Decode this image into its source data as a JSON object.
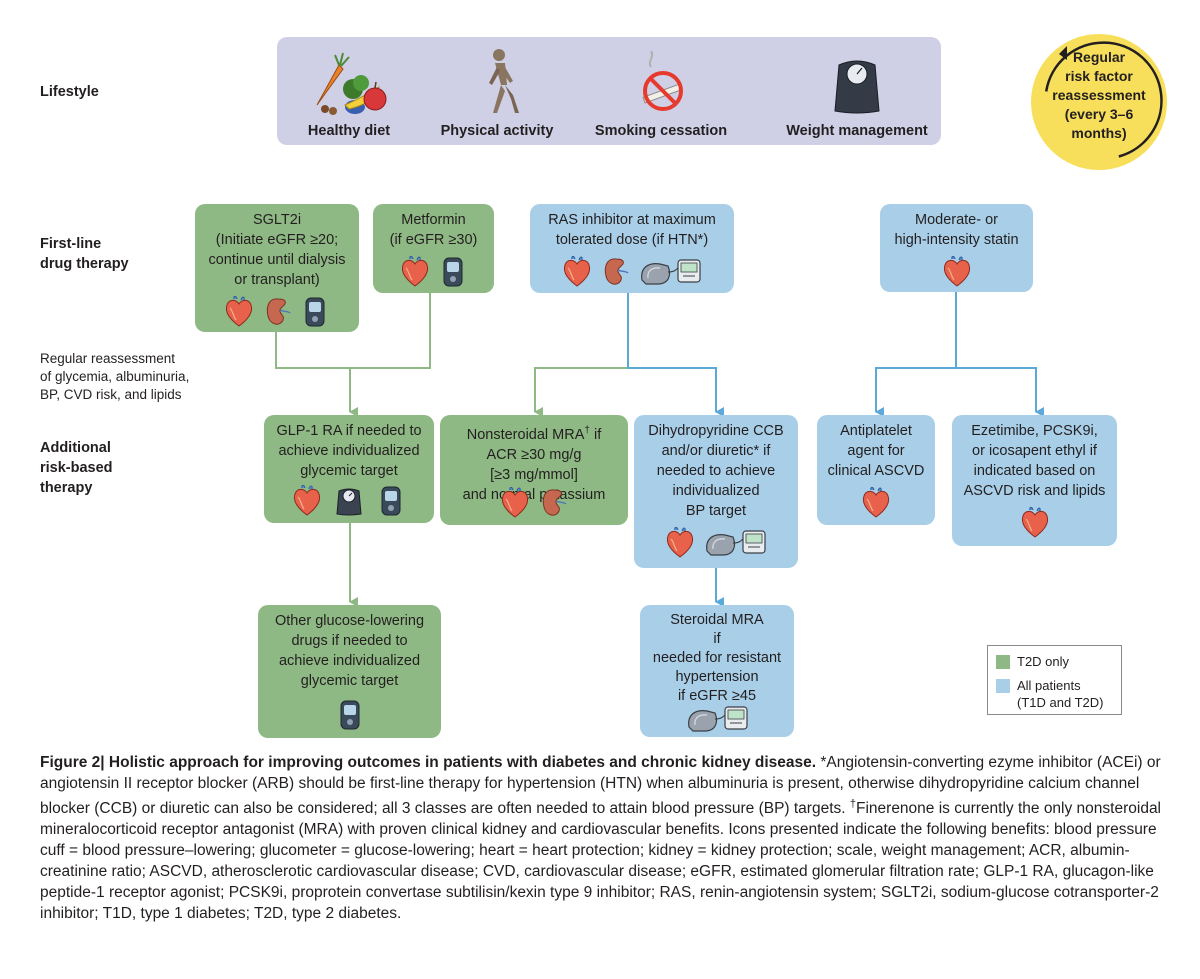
{
  "row_labels": {
    "lifestyle": "Lifestyle",
    "first_line_1": "First-line",
    "first_line_2": "drug therapy",
    "reassessment_1": "Regular reassessment",
    "reassessment_2": "of glycemia, albuminuria,",
    "reassessment_3": "BP, CVD risk, and lipids",
    "additional_1": "Additional",
    "additional_2": "risk-based",
    "additional_3": "therapy"
  },
  "lifestyle": {
    "healthy_diet": "Healthy diet",
    "physical_activity": "Physical activity",
    "smoking_cessation": "Smoking cessation",
    "weight_management": "Weight management"
  },
  "reassess_circle": "Regular\nrisk factor\nreassessment\n(every 3–6\nmonths)",
  "boxes": {
    "sglt2i": "SGLT2i\n(Initiate eGFR ≥20;\ncontinue until dialysis\nor transplant)",
    "metformin": "Metformin\n(if eGFR ≥30)",
    "ras": "RAS inhibitor at maximum\ntolerated dose (if HTN*)",
    "statin": "Moderate- or\nhigh-intensity statin",
    "glp1": "GLP-1 RA if needed to\nachieve individualized\nglycemic target",
    "mra_line1": "Nonsteroidal MRA",
    "mra_dagger": "†",
    "mra_line1_end": " if",
    "mra_rest": "ACR ≥30 mg/g\n[≥3 mg/mmol]\nand normal potassium",
    "ccb": "Dihydropyridine CCB\nand/or diuretic* if\nneeded to achieve\nindividualized\nBP target",
    "antiplatelet": "Antiplatelet\nagent for\nclinical ASCVD",
    "ezetimibe": "Ezetimibe, PCSK9i,\nor icosapent ethyl if\nindicated based on\nASCVD risk and lipids",
    "other_glucose": "Other glucose-lowering\ndrugs if needed to\nachieve individualized\nglycemic target",
    "steroidal_mra": "Steroidal MRA\nif\nneeded for resistant\nhypertension\nif eGFR ≥45"
  },
  "legend": {
    "t2d_only": "T2D only",
    "all_patients_1": "All patients",
    "all_patients_2": "(T1D and T2D)"
  },
  "caption": {
    "title": "Figure 2| Holistic approach for improving outcomes in patients with diabetes and chronic kidney disease.",
    "body_1": " *Angiotensin-converting ezyme inhibitor (ACEi) or angiotensin II receptor blocker (ARB) should be first-line therapy for hypertension (HTN) when albuminuria is present, otherwise dihydropyridine calcium channel blocker (CCB) or diuretic can also be considered; all 3 classes are often needed to attain blood pressure (BP) targets. ",
    "dagger": "†",
    "body_2": "Finerenone is currently the only nonsteroidal mineralocorticoid receptor antagonist (MRA) with proven clinical kidney and cardiovascular benefits. Icons presented indicate the following benefits: blood pressure cuff = blood pressure–lowering; glucometer = glucose-lowering; heart = heart protection; kidney = kidney protection; scale, weight management; ACR, albumin-creatinine ratio; ASCVD, atherosclerotic cardiovascular disease; CVD, cardiovascular disease; eGFR, estimated glomerular filtration rate; GLP-1 RA, glucagon-like peptide-1 receptor agonist; PCSK9i, proprotein convertase subtilisin/kexin type 9 inhibitor; RAS, renin-angiotensin system; SGLT2i, sodium-glucose cotransporter-2 inhibitor; T1D, type 1 diabetes; T2D, type 2 diabetes."
  },
  "colors": {
    "t2d_green": "#8fb984",
    "all_blue": "#a9cfe8",
    "lifestyle_panel": "#cfd0e6",
    "reassess_yellow": "#f7df5c",
    "green_line": "#8fb984",
    "blue_line": "#5aa9d8"
  }
}
